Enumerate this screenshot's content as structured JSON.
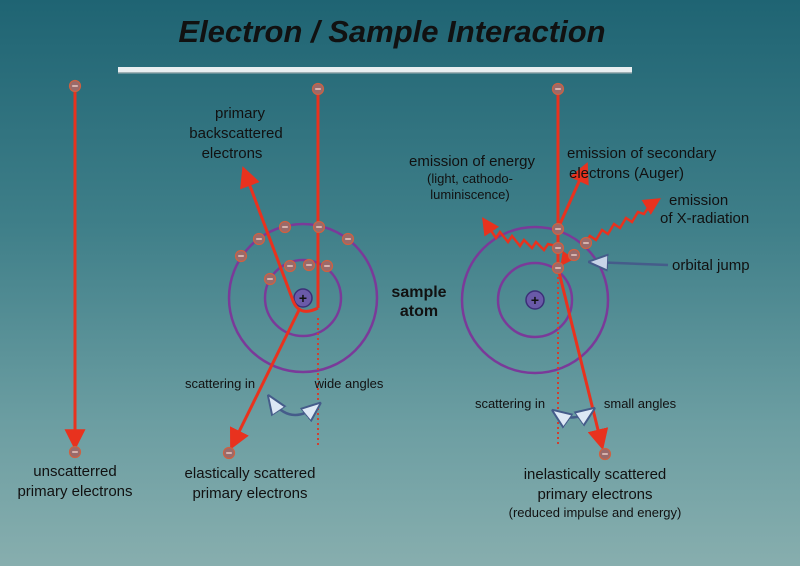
{
  "title": "Electron / Sample Interaction",
  "labels": {
    "unscattered_1": "unscatterred",
    "unscattered_2": "primary electrons",
    "backscattered_1": "primary",
    "backscattered_2": "backscattered",
    "backscattered_3": "electrons",
    "sample_atom_1": "sample",
    "sample_atom_2": "atom",
    "scattering_in_left": "scattering in",
    "wide_angles": "wide angles",
    "elastic_1": "elastically scattered",
    "elastic_2": "primary electrons",
    "energy_1": "emission of energy",
    "energy_2": "(light, cathodo-",
    "energy_3": "luminiscence)",
    "secondary_1": "emission of secondary",
    "secondary_2": "electrons (Auger)",
    "xray_1": "emission",
    "xray_2": "of X-radiation",
    "orbital_jump": "orbital jump",
    "scattering_in_right": "scattering in",
    "small_angles": "small angles",
    "inelastic_1": "inelastically scattered",
    "inelastic_2": "primary electrons",
    "inelastic_3": "(reduced impulse and energy)"
  },
  "symbols": {
    "electron": "−",
    "nucleus": "+"
  },
  "colors": {
    "beam": "#e8321e",
    "orbit": "#7a3a99",
    "electron_fill": "#9a6a6a",
    "electron_stroke": "#d06040",
    "arc": "#455c8a"
  }
}
